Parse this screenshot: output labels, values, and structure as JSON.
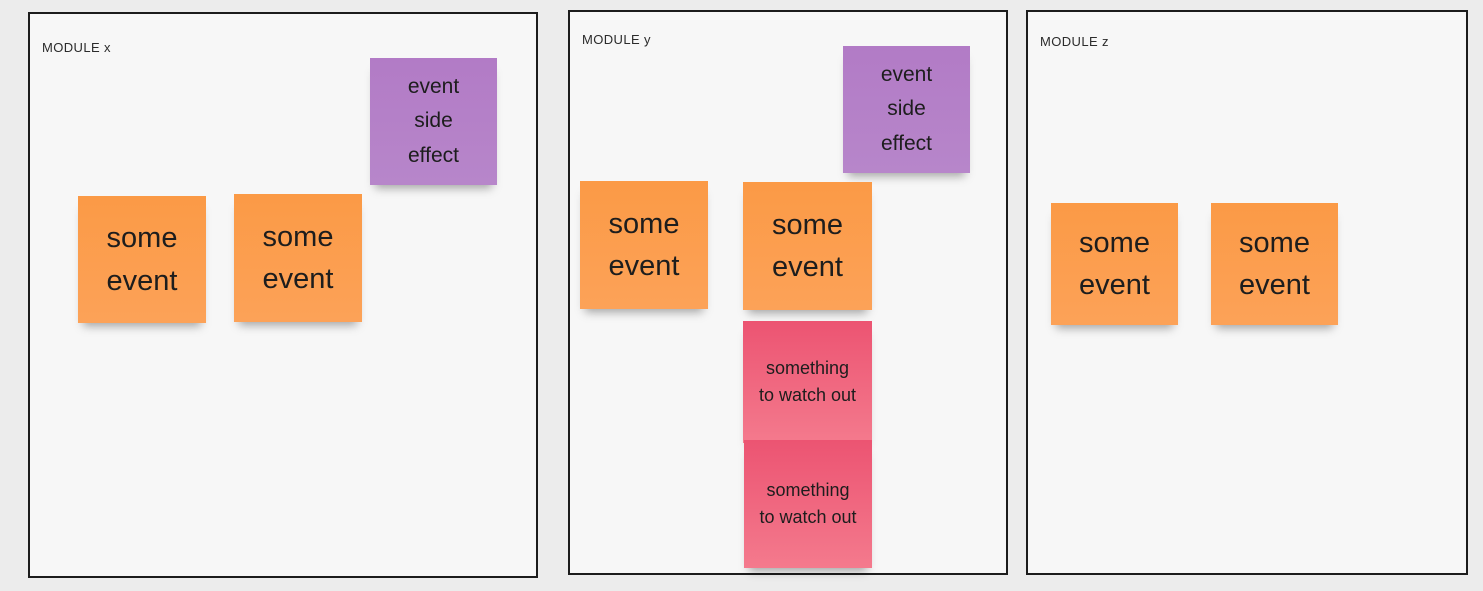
{
  "modules": [
    {
      "label": "MODULE x",
      "notes": [
        {
          "text": "event side effect",
          "color": "purple"
        },
        {
          "text": "some event",
          "color": "orange"
        },
        {
          "text": "some event",
          "color": "orange"
        }
      ]
    },
    {
      "label": "MODULE y",
      "notes": [
        {
          "text": "event side effect",
          "color": "purple"
        },
        {
          "text": "some event",
          "color": "orange"
        },
        {
          "text": "some event",
          "color": "orange"
        },
        {
          "text": "something to watch out",
          "color": "pink"
        },
        {
          "text": "something to watch out",
          "color": "pink"
        }
      ]
    },
    {
      "label": "MODULE z",
      "notes": [
        {
          "text": "some event",
          "color": "orange"
        },
        {
          "text": "some event",
          "color": "orange"
        }
      ]
    }
  ],
  "colors": {
    "canvas_bg": "#ececec",
    "frame_fill": "#f7f7f7",
    "frame_border": "#1c1c1c",
    "label_text": "#2b2b2b",
    "note_text": "#1d1d1d",
    "orange": "#fb9d4b",
    "purple": "#b57fc8",
    "pink": "#f0617e"
  }
}
